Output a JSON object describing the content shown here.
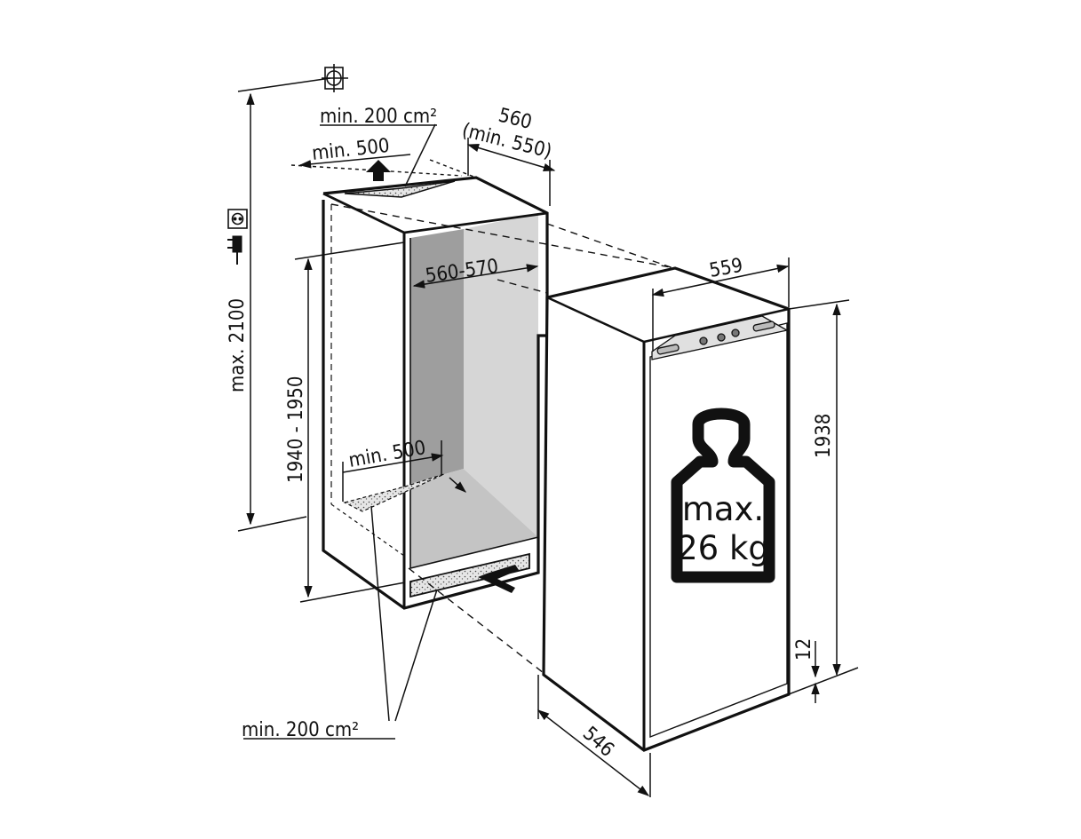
{
  "labels": {
    "vent_top": "min. 200 cm²",
    "top_clearance": "min. 500",
    "niche_depth": "560",
    "niche_depth_min": "(min. 550)",
    "max_height": "max. 2100",
    "niche_height": "1940 - 1950",
    "niche_width": "560-570",
    "bottom_clearance": "min. 500",
    "vent_bottom": "min. 200 cm²",
    "appliance_width": "559",
    "appliance_height": "1938",
    "appliance_depth": "546",
    "plinth_gap": "12",
    "max_load_line1": "max.",
    "max_load_line2": "26 kg"
  },
  "icons": [
    "crosshair-icon",
    "socket-icon",
    "plug-icon",
    "weight-icon",
    "up-arrow-icon",
    "inflow-arrow-icon"
  ],
  "colors": {
    "line": "#111111",
    "inner_wall_dark": "#9e9e9e",
    "inner_wall_light": "#d6d6d6",
    "floor": "#c4c4c4",
    "background": "#ffffff"
  }
}
